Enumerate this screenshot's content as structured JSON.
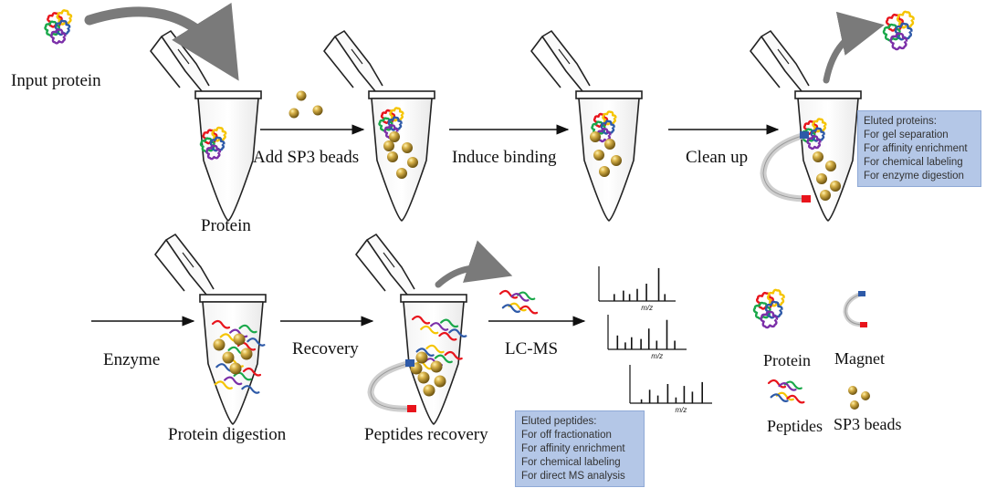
{
  "labels": {
    "input_protein": "Input protein",
    "protein": "Protein",
    "add_beads": "Add SP3 beads",
    "induce_binding": "Induce binding",
    "clean_up": "Clean up",
    "enzyme": "Enzyme",
    "protein_digestion": "Protein digestion",
    "recovery": "Recovery",
    "peptides_recovery": "Peptides recovery",
    "lcms": "LC-MS"
  },
  "eluted_proteins": {
    "title": "Eluted proteins:",
    "items": [
      "For gel separation",
      "For affinity enrichment",
      "For chemical labeling",
      "For enzyme digestion"
    ]
  },
  "eluted_peptides": {
    "title": "Eluted peptides:",
    "items": [
      "For off fractionation",
      "For affinity enrichment",
      "For chemical labeling",
      "For direct MS analysis"
    ]
  },
  "spectra": {
    "axis_label": "m/z"
  },
  "legend": {
    "protein": "Protein",
    "magnet": "Magnet",
    "peptides": "Peptides",
    "beads": "SP3 beads"
  },
  "colors": {
    "red": "#e8141c",
    "yellow": "#f5c400",
    "green": "#1aa84a",
    "blue": "#2e5aa8",
    "purple": "#7b2fa8",
    "bead": "#b8942a",
    "arrow_grey": "#7a7a7a",
    "note_bg": "#b4c7e7"
  }
}
